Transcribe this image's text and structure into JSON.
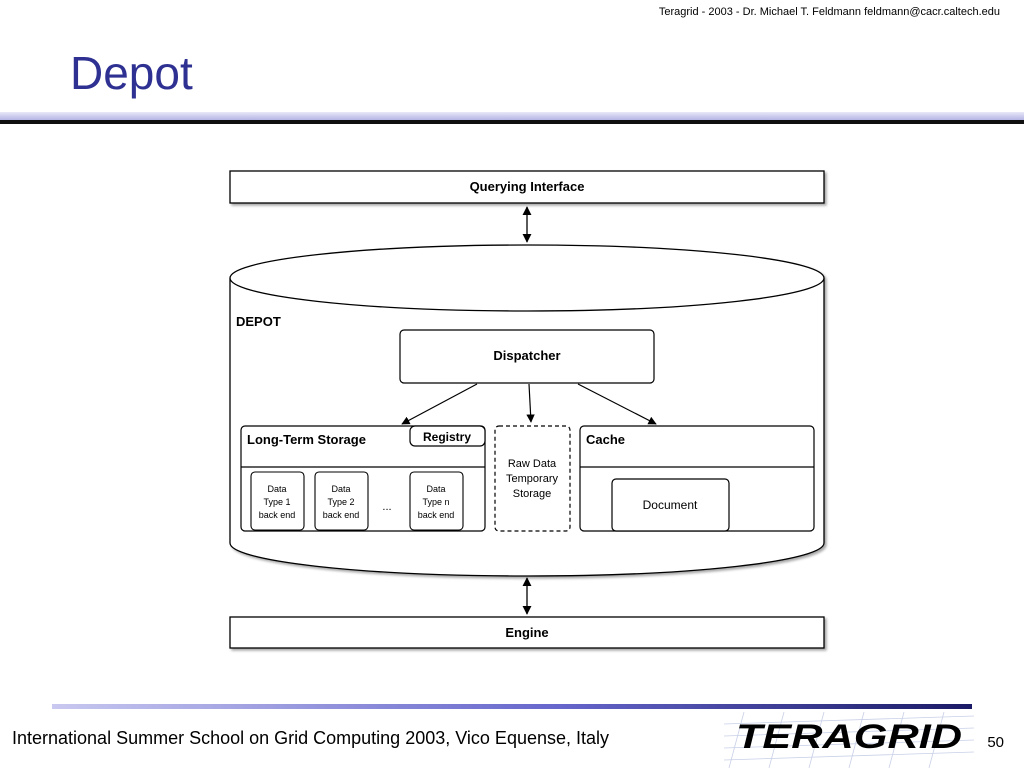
{
  "header": {
    "credit": "Teragrid - 2003 - Dr. Michael T. Feldmann feldmann@cacr.caltech.edu",
    "title": "Depot"
  },
  "diagram": {
    "querying_interface": "Querying Interface",
    "depot_label": "DEPOT",
    "dispatcher": "Dispatcher",
    "long_term_storage": "Long-Term Storage",
    "registry": "Registry",
    "backends": [
      {
        "line1": "Data",
        "line2": "Type 1",
        "line3": "back end"
      },
      {
        "line1": "Data",
        "line2": "Type 2",
        "line3": "back end"
      },
      {
        "line1": "Data",
        "line2": "Type n",
        "line3": "back end"
      }
    ],
    "ellipsis": "...",
    "raw_data": {
      "line1": "Raw Data",
      "line2": "Temporary",
      "line3": "Storage"
    },
    "cache": "Cache",
    "document": "Document",
    "engine": "Engine"
  },
  "footer": {
    "text": "International Summer School on Grid Computing 2003, Vico Equense, Italy",
    "logo_text": "TERAGRID",
    "page_number": "50"
  },
  "colors": {
    "title": "#2e3192",
    "logo": "#1e4f9c"
  }
}
